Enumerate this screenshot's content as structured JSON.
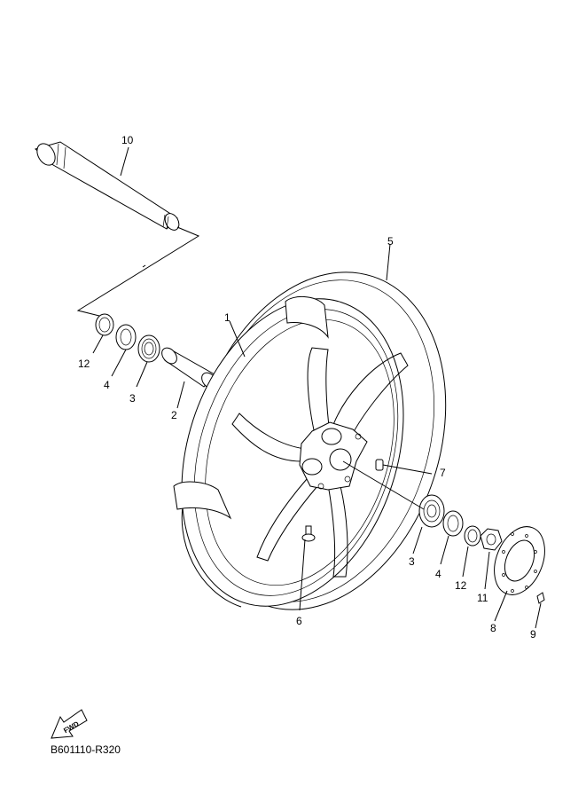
{
  "diagram": {
    "callouts": {
      "c1": "1",
      "c2": "2",
      "c3a": "3",
      "c3b": "3",
      "c4a": "4",
      "c4b": "4",
      "c5": "5",
      "c6": "6",
      "c7": "7",
      "c8": "8",
      "c9": "9",
      "c10": "10",
      "c11": "11",
      "c12a": "12",
      "c12b": "12"
    },
    "fwd_label": "FWD",
    "drawing_code": "B601110-R320"
  },
  "colors": {
    "line": "#000000",
    "background": "#ffffff"
  }
}
